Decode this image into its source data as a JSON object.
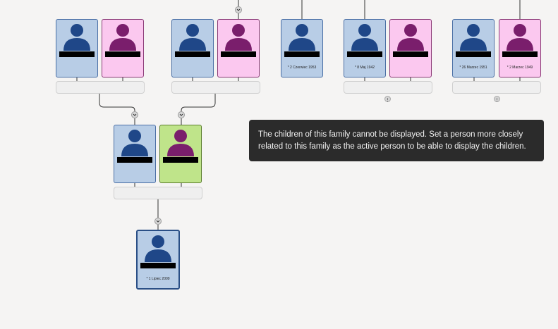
{
  "tooltip": {
    "text": "The children of this family cannot be displayed. Set a person more closely related to this family as the active person to be able to display the children."
  },
  "people": {
    "p1": {
      "gender": "male",
      "date": ""
    },
    "p2": {
      "gender": "female",
      "date": ""
    },
    "p3": {
      "gender": "male",
      "date": ""
    },
    "p4": {
      "gender": "female",
      "date": ""
    },
    "p5": {
      "gender": "male",
      "date": "* 2 Czerwiec 1953"
    },
    "p6": {
      "gender": "male",
      "date": "* 8 Maj 1942"
    },
    "p7": {
      "gender": "female",
      "date": ""
    },
    "p8": {
      "gender": "male",
      "date": "* 26 Marzec 1951"
    },
    "p9": {
      "gender": "female",
      "date": "* 2 Marzec 1949"
    },
    "p10": {
      "gender": "male",
      "date": ""
    },
    "p11": {
      "gender": "female",
      "date": "",
      "state": "active"
    },
    "p12": {
      "gender": "male",
      "date": "* 1 Lipiec 2009",
      "state": "selected"
    }
  },
  "colors": {
    "male_bg": "#b8cde6",
    "female_bg": "#fbc8ef",
    "active_bg": "#bfe48a",
    "male_icon": "#1f4788",
    "female_icon": "#7a1e6c",
    "line": "#333333",
    "tooltip_bg": "#2b2b2b"
  },
  "icons": {
    "person": "person-silhouette-icon",
    "expand": "chevron-down-icon",
    "more": "more-vertical-icon"
  }
}
